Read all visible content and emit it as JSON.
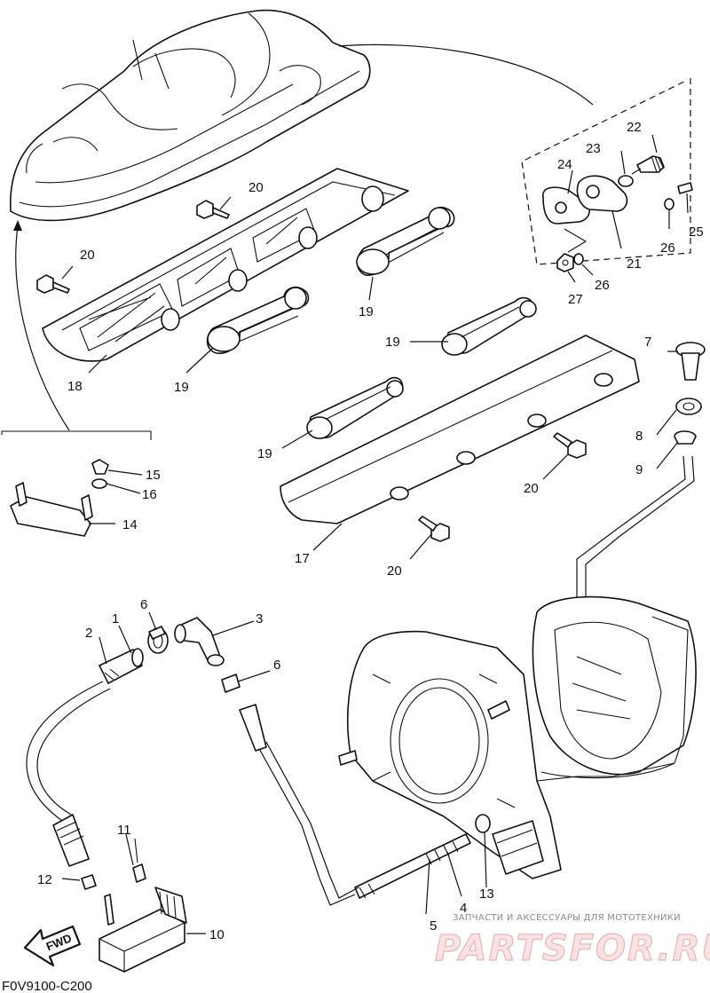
{
  "diagram_code": "F0V9100-C200",
  "watermark": {
    "caption": "ЗАПЧАСТИ И АКСЕССУАРЫ ДЛЯ МОТОТЕХНИКИ",
    "brand": "PARTSFOR.RU"
  },
  "fwd_arrow_label": "FWD",
  "parts": [
    {
      "id": "part-1",
      "number": "1"
    },
    {
      "id": "part-2",
      "number": "2"
    },
    {
      "id": "part-3",
      "number": "3"
    },
    {
      "id": "part-4",
      "number": "4"
    },
    {
      "id": "part-5",
      "number": "5"
    },
    {
      "id": "part-6a",
      "number": "6"
    },
    {
      "id": "part-6b",
      "number": "6"
    },
    {
      "id": "part-7",
      "number": "7"
    },
    {
      "id": "part-8",
      "number": "8"
    },
    {
      "id": "part-9",
      "number": "9"
    },
    {
      "id": "part-10",
      "number": "10"
    },
    {
      "id": "part-11",
      "number": "11"
    },
    {
      "id": "part-12",
      "number": "12"
    },
    {
      "id": "part-13",
      "number": "13"
    },
    {
      "id": "part-14",
      "number": "14"
    },
    {
      "id": "part-15",
      "number": "15"
    },
    {
      "id": "part-16",
      "number": "16"
    },
    {
      "id": "part-17",
      "number": "17"
    },
    {
      "id": "part-18",
      "number": "18"
    },
    {
      "id": "part-19a",
      "number": "19"
    },
    {
      "id": "part-19b",
      "number": "19"
    },
    {
      "id": "part-19c",
      "number": "19"
    },
    {
      "id": "part-19d",
      "number": "19"
    },
    {
      "id": "part-20a",
      "number": "20"
    },
    {
      "id": "part-20b",
      "number": "20"
    },
    {
      "id": "part-20c",
      "number": "20"
    },
    {
      "id": "part-20d",
      "number": "20"
    },
    {
      "id": "part-21",
      "number": "21"
    },
    {
      "id": "part-22",
      "number": "22"
    },
    {
      "id": "part-23",
      "number": "23"
    },
    {
      "id": "part-24",
      "number": "24"
    },
    {
      "id": "part-25",
      "number": "25"
    },
    {
      "id": "part-26a",
      "number": "26"
    },
    {
      "id": "part-26b",
      "number": "26"
    },
    {
      "id": "part-27",
      "number": "27"
    }
  ]
}
